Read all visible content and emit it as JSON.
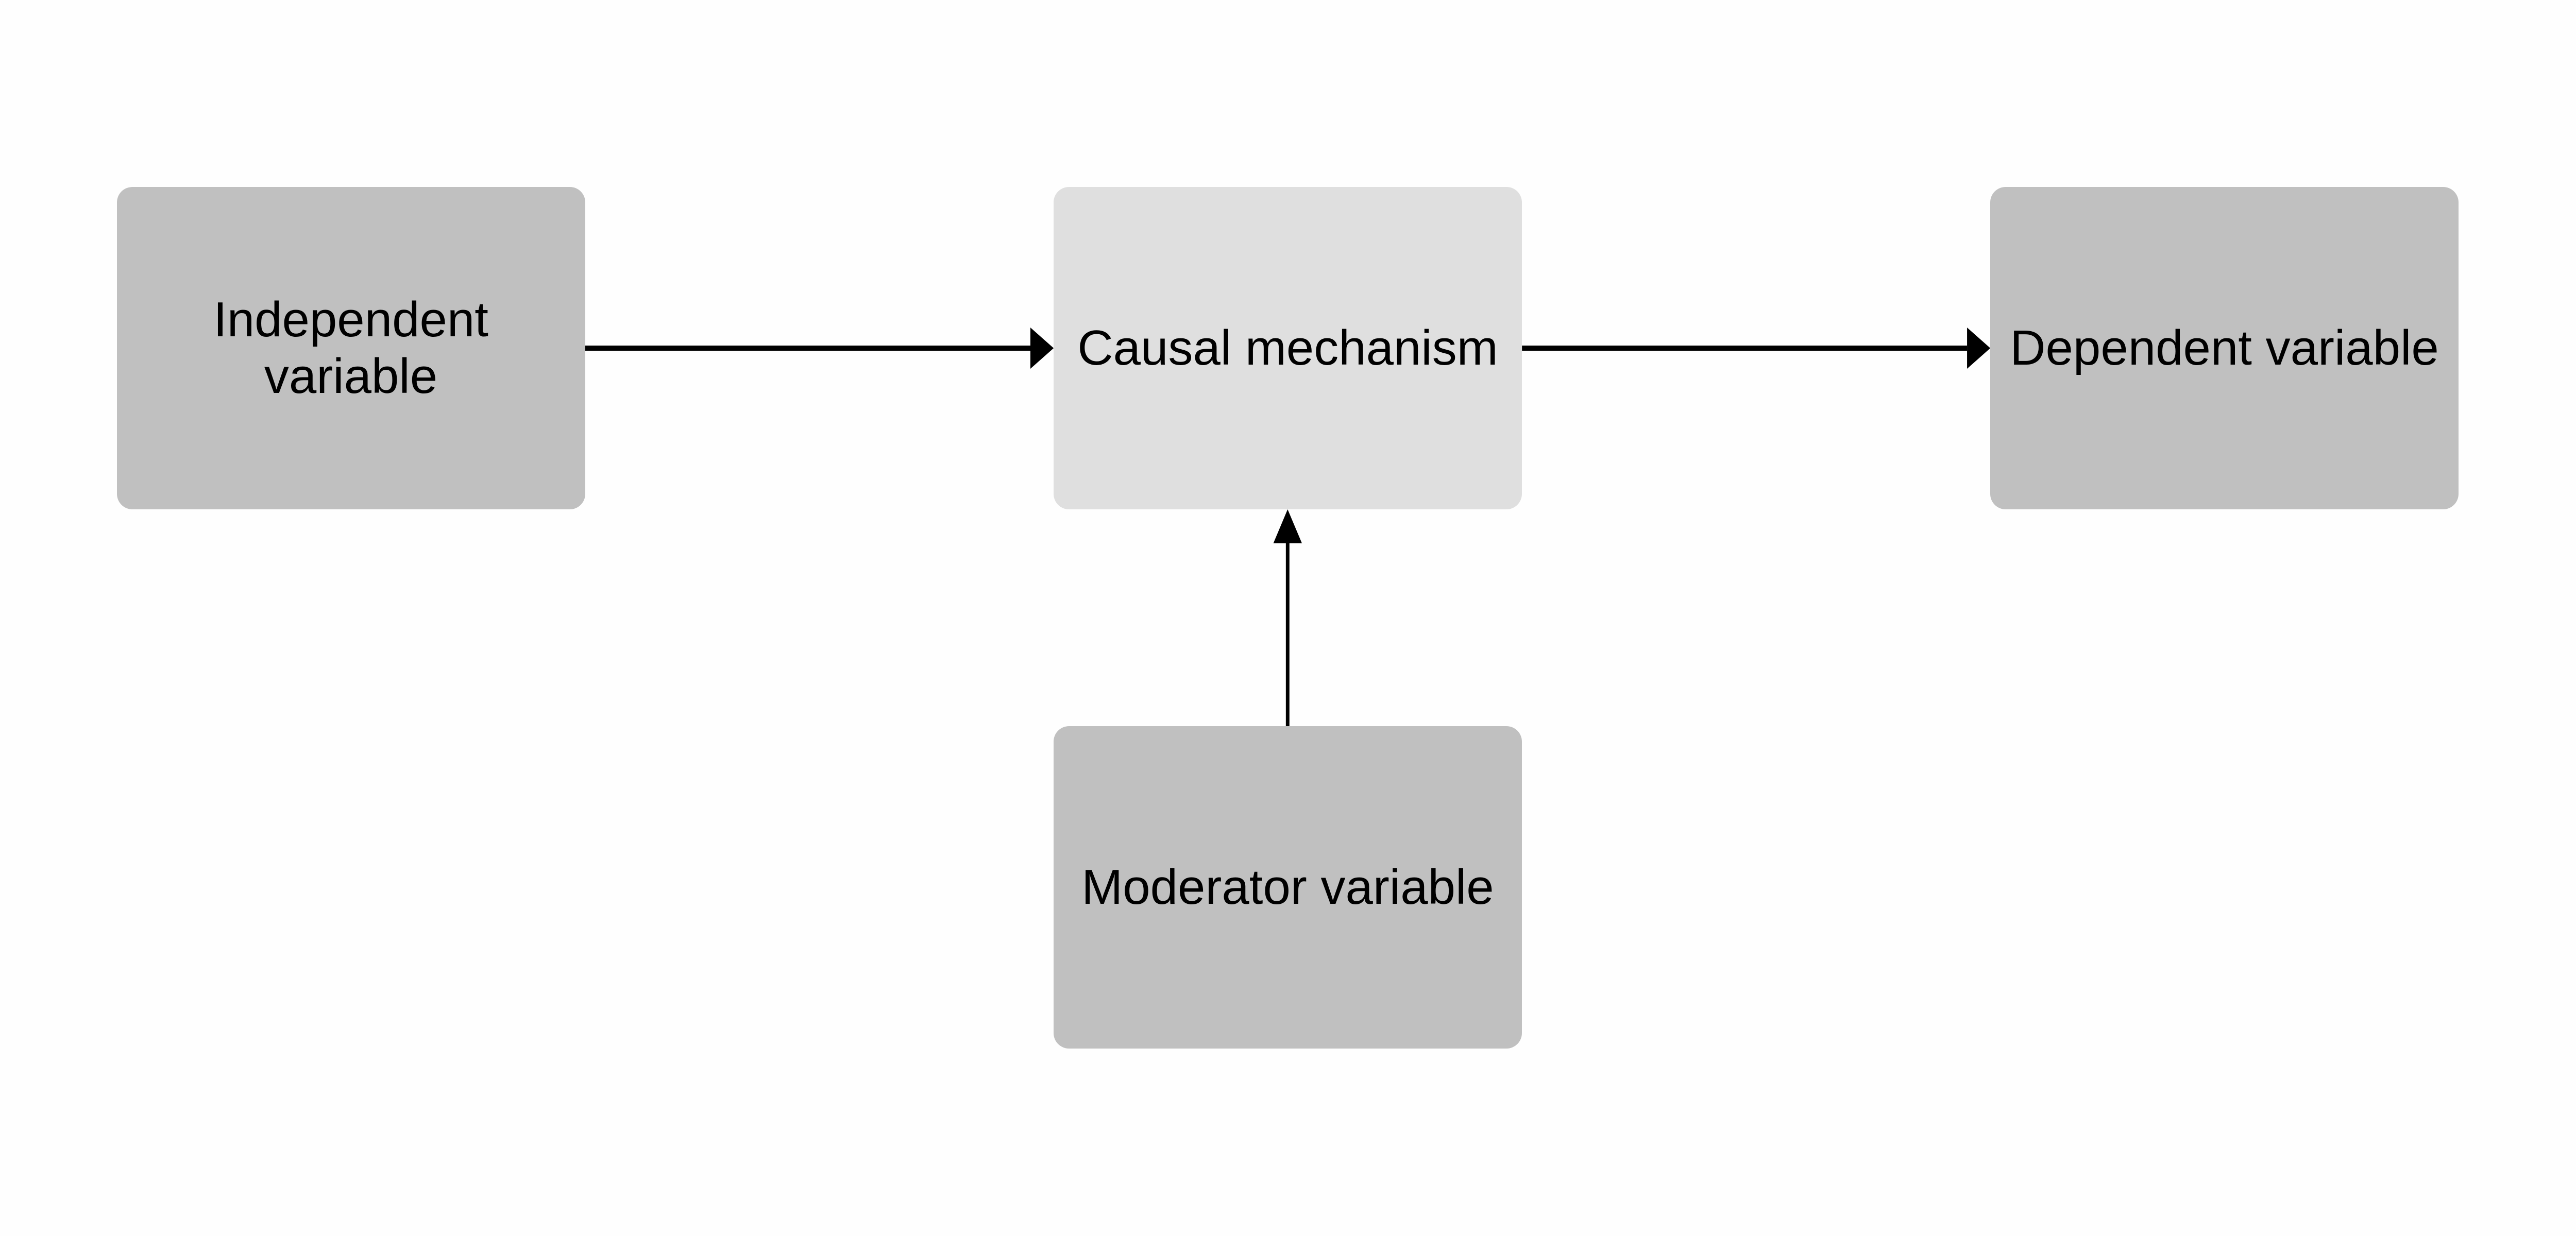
{
  "nodes": {
    "independent": {
      "label": "Independent variable",
      "color": "#c0c0c0"
    },
    "mechanism": {
      "label": "Causal mechanism",
      "color": "#dfdfdf"
    },
    "dependent": {
      "label": "Dependent variable",
      "color": "#c0c0c0"
    },
    "moderator": {
      "label": "Moderator variable",
      "color": "#c0c0c0"
    }
  },
  "edges": [
    {
      "from": "Independent variable",
      "to": "Causal mechanism"
    },
    {
      "from": "Causal mechanism",
      "to": "Dependent variable"
    },
    {
      "from": "Moderator variable",
      "to": "Causal mechanism"
    }
  ]
}
